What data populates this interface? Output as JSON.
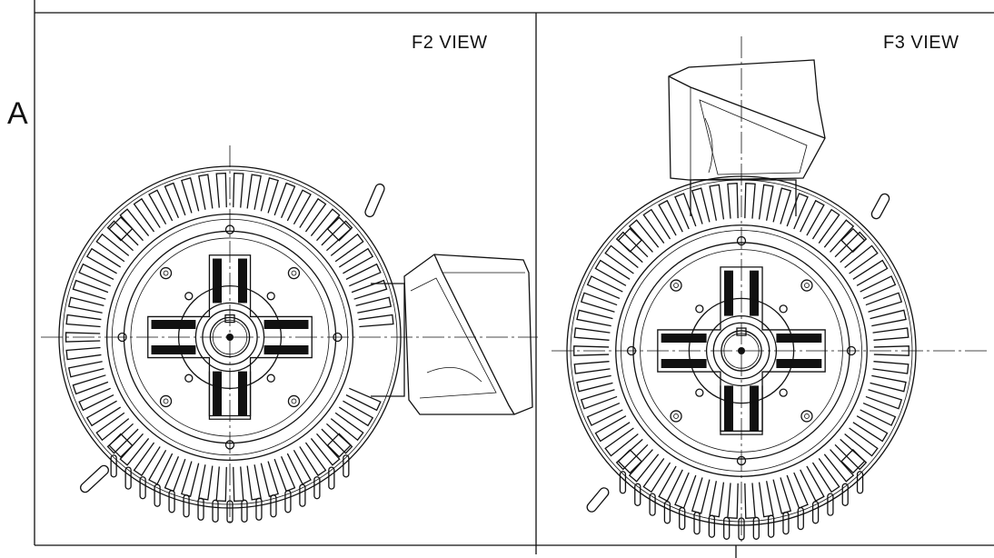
{
  "drawing": {
    "zone_letter": "A",
    "views": [
      {
        "label": "F2 VIEW",
        "terminal_box_side": "right"
      },
      {
        "label": "F3 VIEW",
        "terminal_box_side": "top"
      }
    ]
  },
  "colors": {
    "line": "#111111",
    "background": "#ffffff"
  },
  "icons": [
    "motor-end-view-f2",
    "motor-end-view-f3",
    "terminal-box-icon",
    "lifting-eye-icon"
  ]
}
